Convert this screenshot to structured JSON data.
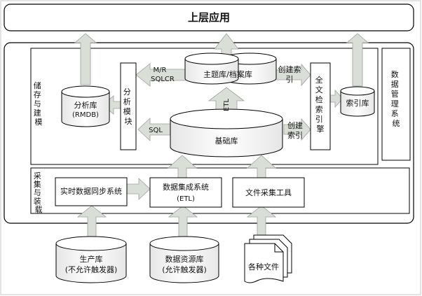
{
  "top": {
    "title": "上层应用"
  },
  "sections": {
    "storage": "储存与建模",
    "collect": "采集与装载"
  },
  "nodes": {
    "analysis_db": {
      "line1": "分析库",
      "line2": "(RMDB)"
    },
    "analysis_module": "分析模块",
    "theme_db": "主题库/档案库",
    "base_db": "基础库",
    "search_engine": "全文检索引擎",
    "index_db": "索引库",
    "data_mgmt": "数据管理系统",
    "realtime_sync": "实时数据同步系统",
    "etl_system": {
      "line1": "数据集成系统",
      "line2": "(ETL)"
    },
    "file_collect": "文件采集工具",
    "prod_db": {
      "line1": "生产库",
      "line2": "(不允许触发器)"
    },
    "resource_db": {
      "line1": "数据资源库",
      "line2": "(允许触发器)"
    },
    "files": "各种文件"
  },
  "arrows": {
    "mr": {
      "line1": "M/R",
      "line2": "SQLCR"
    },
    "sql": "SQL",
    "etl": "ETL",
    "create_index_top": {
      "line1": "创建索",
      "line2": "引"
    },
    "create_index_bottom": {
      "line1": "创建",
      "line2": "索引"
    }
  },
  "colors": {
    "arrow": "#d9dfd7",
    "arrow_stroke": "#9aa39a",
    "box": "#000000"
  }
}
